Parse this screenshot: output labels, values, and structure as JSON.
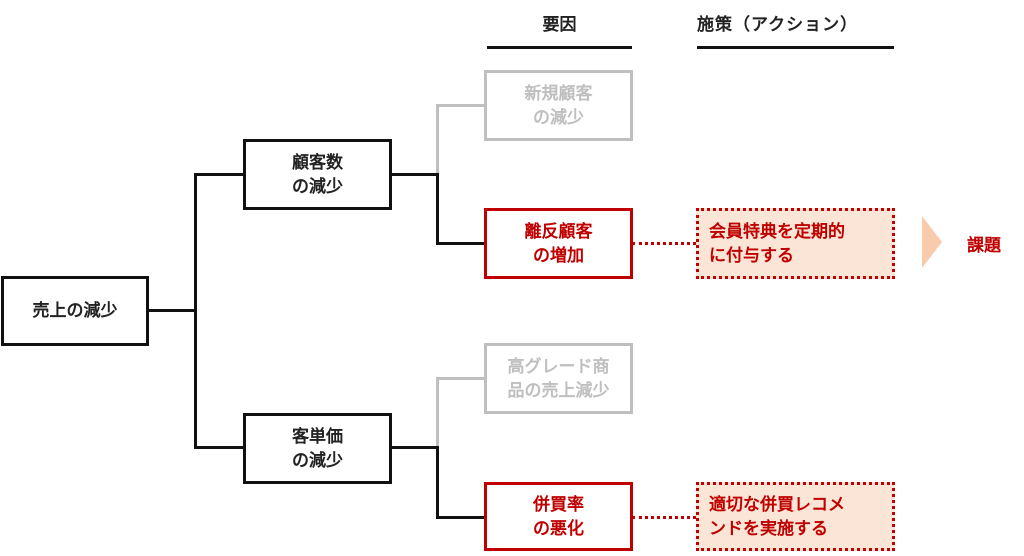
{
  "headers": {
    "factor": "要因",
    "action": "施策（アクション）"
  },
  "nodes": {
    "root": "売上の減少",
    "customers": "顧客数\nの減少",
    "unit_price": "客単価\nの減少",
    "new_customers": "新規顧客\nの減少",
    "churn": "離反顧客\nの増加",
    "high_grade": "高グレード商\n品の売上減少",
    "cross_sell": "併買率\nの悪化"
  },
  "actions": {
    "churn_action": "会員特典を定期的\nに付与する",
    "cross_sell_action": "適切な併買レコメ\nンドを実施する"
  },
  "issue_label": "課題",
  "colors": {
    "highlight": "#c00000",
    "muted": "#bfbfbf",
    "action_fill": "#fbe5d6",
    "arrow": "#f8cbad"
  }
}
